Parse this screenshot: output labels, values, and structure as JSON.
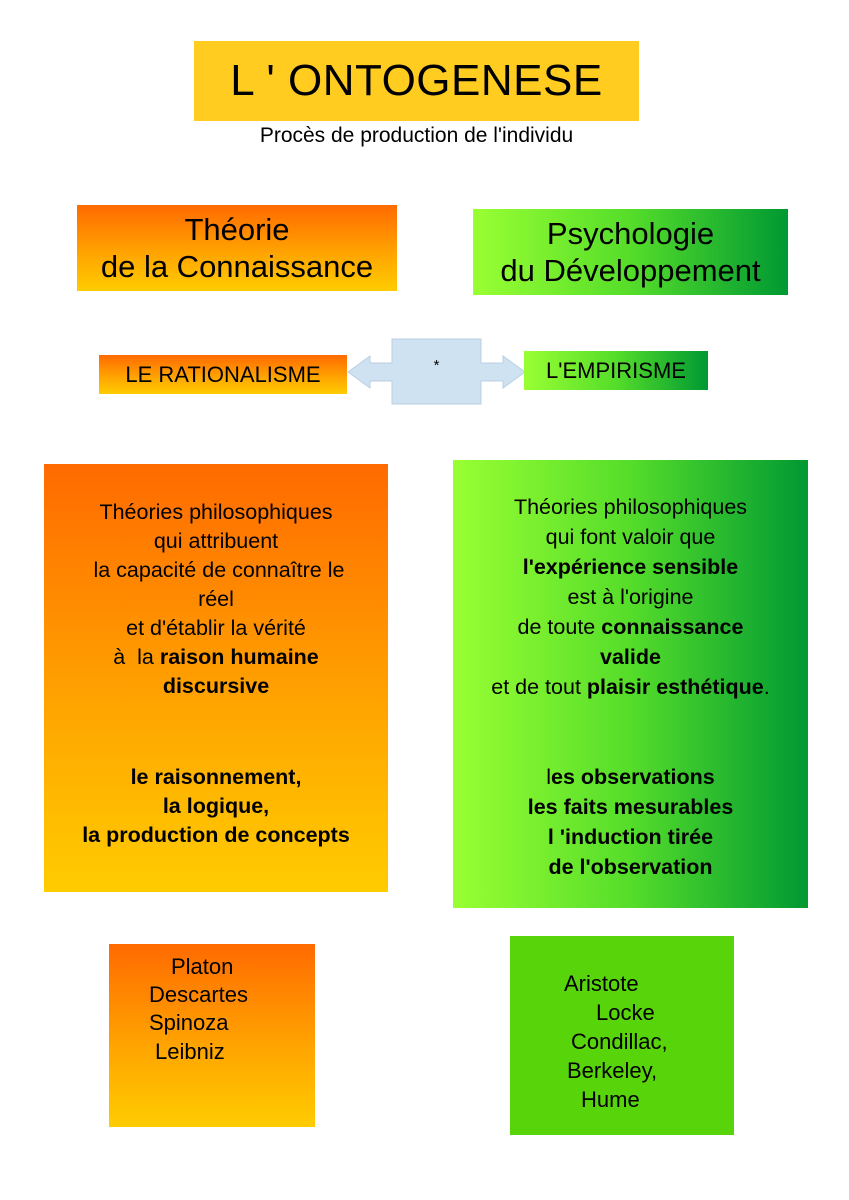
{
  "header": {
    "title": "L ' ONTOGENESE",
    "subtitle": "Procès de production de l'individu"
  },
  "columns": {
    "left": {
      "heading": [
        "Théorie",
        "de la Connaissance"
      ],
      "doctrine": "LE RATIONALISME",
      "description": {
        "para1": [
          {
            "pre": "Théories philosophiques",
            "bold": "",
            "post": ""
          },
          {
            "pre": "qui attribuent",
            "bold": "",
            "post": ""
          },
          {
            "pre": " la capacité de connaître le",
            "bold": "",
            "post": ""
          },
          {
            "pre": "réel",
            "bold": "",
            "post": ""
          },
          {
            "pre": "et d'établir la vérité",
            "bold": "",
            "post": ""
          },
          {
            "pre": "à  la ",
            "bold": "raison humaine",
            "post": ""
          },
          {
            "pre": "",
            "bold": "discursive",
            "post": ""
          }
        ],
        "para2": [
          "le raisonnement,",
          "la logique,",
          "la production de concepts"
        ]
      },
      "philosophers": [
        "Platon",
        "Descartes",
        "Spinoza",
        "Leibniz"
      ],
      "colors": {
        "top": "#ff6a00",
        "bottom": "#ffcc00"
      }
    },
    "right": {
      "heading": [
        "Psychologie",
        "du Développement"
      ],
      "doctrine": "L'EMPIRISME",
      "description": {
        "para1": [
          {
            "pre": "Théories philosophiques",
            "bold": "",
            "post": ""
          },
          {
            "pre": "qui font valoir que",
            "bold": "",
            "post": ""
          },
          {
            "pre": "",
            "bold": "l'expérience sensible",
            "post": ""
          },
          {
            "pre": "est à l'origine",
            "bold": "",
            "post": ""
          },
          {
            "pre": "de toute ",
            "bold": "connaissance",
            "post": ""
          },
          {
            "pre": "",
            "bold": "valide",
            "post": ""
          },
          {
            "pre": "et de tout ",
            "bold": "plaisir esthétique",
            "post": "."
          }
        ],
        "para2": [
          {
            "pre": "l",
            "bold": "es observations"
          },
          {
            "pre": "",
            "bold": "les faits mesurables"
          },
          {
            "pre": "",
            "bold": "l 'induction tirée"
          },
          {
            "pre": "",
            "bold": "de l'observation"
          }
        ]
      },
      "philosophers": [
        "Aristote",
        "Locke",
        "Condillac,",
        "Berkeley,",
        "Hume"
      ],
      "colors": {
        "left": "#99ff33",
        "right": "#009933",
        "names_bg": "#58d40a"
      }
    }
  },
  "connector": {
    "label": "*",
    "icon": "double-arrow-icon",
    "color": "#cfe2f2"
  }
}
